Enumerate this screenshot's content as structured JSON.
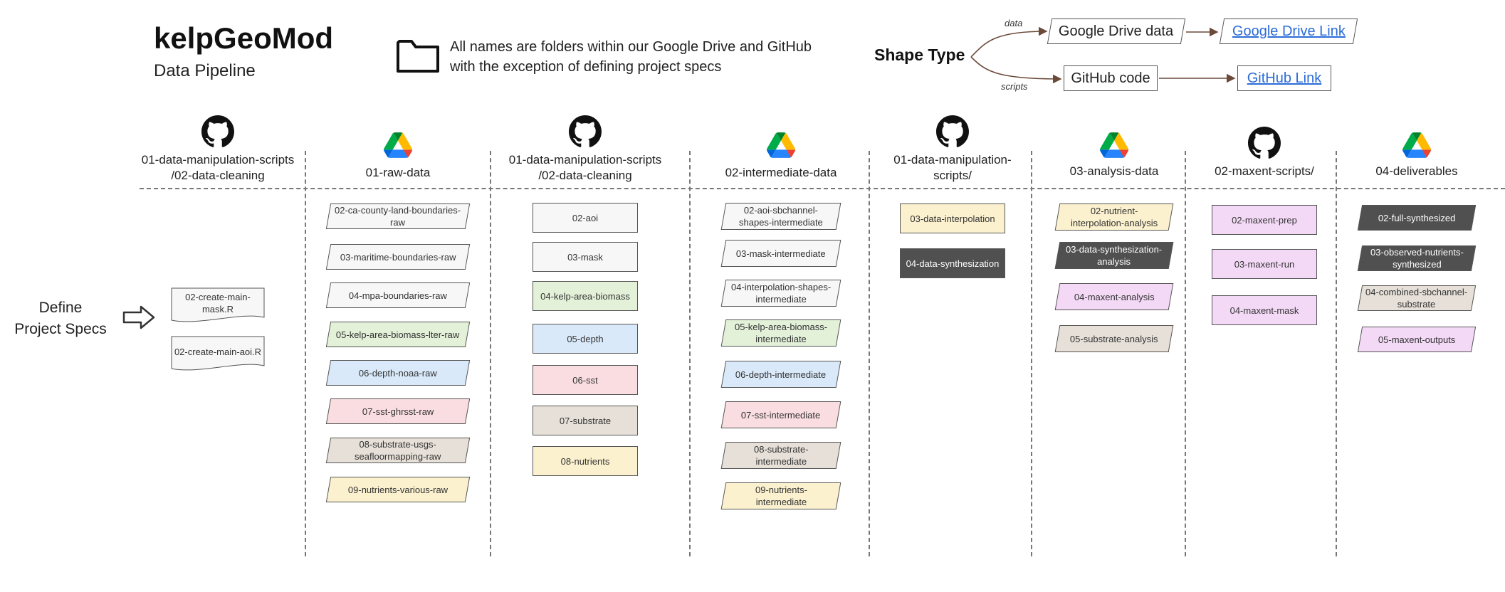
{
  "header": {
    "title": "kelpGeoMod",
    "subtitle": "Data Pipeline",
    "note_line1": "All names are folders within our Google Drive and GitHub",
    "note_line2": "with the exception of defining project specs"
  },
  "legend": {
    "title": "Shape Type",
    "data_label": "data",
    "scripts_label": "scripts",
    "drive_box": "Google Drive data",
    "drive_link": "Google Drive Link",
    "github_box": "GitHub code",
    "github_link": "GitHub Link"
  },
  "define": {
    "line1": "Define",
    "line2": "Project Specs"
  },
  "colors": {
    "blank": "#f7f7f7",
    "green": "#e3f1d9",
    "blue": "#d9e9f9",
    "pink": "#f9dde0",
    "taupe": "#e6e0d8",
    "yellow": "#fbf1cf",
    "dark": "#505050",
    "purple": "#f3d9f6"
  },
  "columns": [
    {
      "header_line1": "01-data-manipulation-scripts",
      "header_line2": "/02-data-cleaning",
      "icon": "github-icon",
      "items": [
        {
          "label_line1": "02-create-main-",
          "label_line2": "mask.R",
          "shape": "doc",
          "color": "blank"
        },
        {
          "label_line1": "02-create-main-aoi.R",
          "label_line2": "",
          "shape": "doc",
          "color": "blank"
        }
      ]
    },
    {
      "header_line1": "01-raw-data",
      "header_line2": "",
      "icon": "google-drive-icon",
      "items": [
        {
          "label_line1": "02-ca-county-land-boundaries-",
          "label_line2": "raw",
          "shape": "para",
          "color": "blank"
        },
        {
          "label_line1": "03-maritime-boundaries-raw",
          "label_line2": "",
          "shape": "para",
          "color": "blank"
        },
        {
          "label_line1": "04-mpa-boundaries-raw",
          "label_line2": "",
          "shape": "para",
          "color": "blank"
        },
        {
          "label_line1": "05-kelp-area-biomass-lter-raw",
          "label_line2": "",
          "shape": "para",
          "color": "green"
        },
        {
          "label_line1": "06-depth-noaa-raw",
          "label_line2": "",
          "shape": "para",
          "color": "blue"
        },
        {
          "label_line1": "07-sst-ghrsst-raw",
          "label_line2": "",
          "shape": "para",
          "color": "pink"
        },
        {
          "label_line1": "08-substrate-usgs-",
          "label_line2": "seafloormapping-raw",
          "shape": "para",
          "color": "taupe"
        },
        {
          "label_line1": "09-nutrients-various-raw",
          "label_line2": "",
          "shape": "para",
          "color": "yellow"
        }
      ]
    },
    {
      "header_line1": "01-data-manipulation-scripts",
      "header_line2": "/02-data-cleaning",
      "icon": "github-icon",
      "items": [
        {
          "label_line1": "02-aoi",
          "label_line2": "",
          "shape": "rect",
          "color": "blank"
        },
        {
          "label_line1": "03-mask",
          "label_line2": "",
          "shape": "rect",
          "color": "blank"
        },
        {
          "label_line1": "04-kelp-area-biomass",
          "label_line2": "",
          "shape": "rect",
          "color": "green"
        },
        {
          "label_line1": "05-depth",
          "label_line2": "",
          "shape": "rect",
          "color": "blue"
        },
        {
          "label_line1": "06-sst",
          "label_line2": "",
          "shape": "rect",
          "color": "pink"
        },
        {
          "label_line1": "07-substrate",
          "label_line2": "",
          "shape": "rect",
          "color": "taupe"
        },
        {
          "label_line1": "08-nutrients",
          "label_line2": "",
          "shape": "rect",
          "color": "yellow"
        }
      ]
    },
    {
      "header_line1": "02-intermediate-data",
      "header_line2": "",
      "icon": "google-drive-icon",
      "items": [
        {
          "label_line1": "02-aoi-sbchannel-",
          "label_line2": "shapes-intermediate",
          "shape": "para",
          "color": "blank"
        },
        {
          "label_line1": "03-mask-intermediate",
          "label_line2": "",
          "shape": "para",
          "color": "blank"
        },
        {
          "label_line1": "04-interpolation-shapes-",
          "label_line2": "intermediate",
          "shape": "para",
          "color": "blank"
        },
        {
          "label_line1": "05-kelp-area-biomass-",
          "label_line2": "intermediate",
          "shape": "para",
          "color": "green"
        },
        {
          "label_line1": "06-depth-intermediate",
          "label_line2": "",
          "shape": "para",
          "color": "blue"
        },
        {
          "label_line1": "07-sst-intermediate",
          "label_line2": "",
          "shape": "para",
          "color": "pink"
        },
        {
          "label_line1": "08-substrate-",
          "label_line2": "intermediate",
          "shape": "para",
          "color": "taupe"
        },
        {
          "label_line1": "09-nutrients-",
          "label_line2": "intermediate",
          "shape": "para",
          "color": "yellow"
        }
      ]
    },
    {
      "header_line1": "01-data-manipulation-",
      "header_line2": "scripts/",
      "icon": "github-icon",
      "items": [
        {
          "label_line1": "03-data-interpolation",
          "label_line2": "",
          "shape": "rect",
          "color": "yellow"
        },
        {
          "label_line1": "04-data-synthesization",
          "label_line2": "",
          "shape": "rect",
          "color": "dark"
        }
      ]
    },
    {
      "header_line1": "03-analysis-data",
      "header_line2": "",
      "icon": "google-drive-icon",
      "items": [
        {
          "label_line1": "02-nutrient-",
          "label_line2": "interpolation-analysis",
          "shape": "para",
          "color": "yellow"
        },
        {
          "label_line1": "03-data-synthesization-",
          "label_line2": "analysis",
          "shape": "para",
          "color": "dark"
        },
        {
          "label_line1": "04-maxent-analysis",
          "label_line2": "",
          "shape": "para",
          "color": "purple"
        },
        {
          "label_line1": "05-substrate-analysis",
          "label_line2": "",
          "shape": "para",
          "color": "taupe"
        }
      ]
    },
    {
      "header_line1": "02-maxent-scripts/",
      "header_line2": "",
      "icon": "github-icon",
      "items": [
        {
          "label_line1": "02-maxent-prep",
          "label_line2": "",
          "shape": "rect",
          "color": "purple"
        },
        {
          "label_line1": "03-maxent-run",
          "label_line2": "",
          "shape": "rect",
          "color": "purple"
        },
        {
          "label_line1": "04-maxent-mask",
          "label_line2": "",
          "shape": "rect",
          "color": "purple"
        }
      ]
    },
    {
      "header_line1": "04-deliverables",
      "header_line2": "",
      "icon": "google-drive-icon",
      "items": [
        {
          "label_line1": "02-full-synthesized",
          "label_line2": "",
          "shape": "para",
          "color": "dark"
        },
        {
          "label_line1": "03-observed-nutrients-",
          "label_line2": "synthesized",
          "shape": "para",
          "color": "dark"
        },
        {
          "label_line1": "04-combined-sbchannel-",
          "label_line2": "substrate",
          "shape": "para",
          "color": "taupe"
        },
        {
          "label_line1": "05-maxent-outputs",
          "label_line2": "",
          "shape": "para",
          "color": "purple"
        }
      ]
    }
  ]
}
